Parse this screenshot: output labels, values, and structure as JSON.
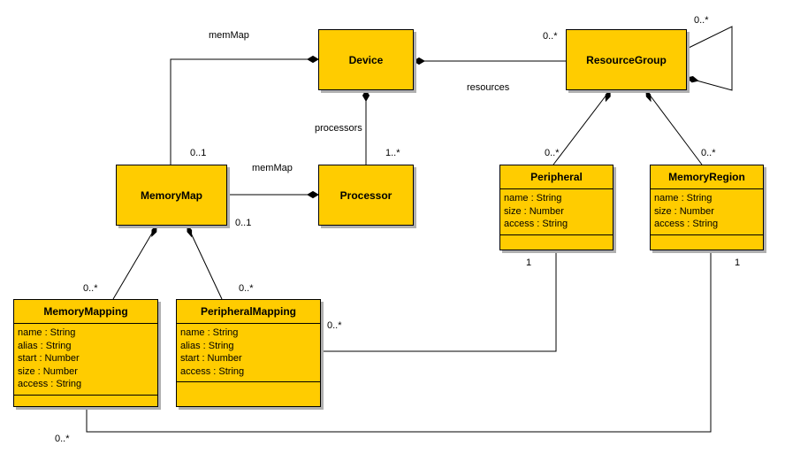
{
  "classes": {
    "device": {
      "name": "Device"
    },
    "resource_group": {
      "name": "ResourceGroup"
    },
    "memory_map": {
      "name": "MemoryMap"
    },
    "processor": {
      "name": "Processor"
    },
    "peripheral": {
      "name": "Peripheral",
      "attributes": [
        "name : String",
        "size : Number",
        "access : String"
      ]
    },
    "memory_region": {
      "name": "MemoryRegion",
      "attributes": [
        "name : String",
        "size : Number",
        "access : String"
      ]
    },
    "memory_mapping": {
      "name": "MemoryMapping",
      "attributes": [
        "name : String",
        "alias : String",
        "start : Number",
        "size : Number",
        "access : String"
      ]
    },
    "peripheral_mapping": {
      "name": "PeripheralMapping",
      "attributes": [
        "name : String",
        "alias : String",
        "start : Number",
        "access : String"
      ]
    }
  },
  "labels": {
    "memmap_device": "memMap",
    "memmap_processor": "memMap",
    "resources": "resources",
    "processors": "processors",
    "mult_resourcegroup_self_top": "0..*",
    "mult_resourcegroup_left": "0..*",
    "mult_memorymap_top": "0..1",
    "mult_processor_top": "1..*",
    "mult_memorymap_right": "0..1",
    "mult_peripheral_top": "0..*",
    "mult_memoryregion_top": "0..*",
    "mult_memorymapping_top": "0..*",
    "mult_peripheralmapping_top": "0..*",
    "mult_peripheral_bottom": "1",
    "mult_memoryregion_bottom": "1",
    "mult_peripheralmapping_right": "0..*",
    "mult_memorymapping_bottom": "0..*"
  },
  "colors": {
    "box_fill": "#ffcc00",
    "line": "#000000",
    "shadow": "#b0b0b0"
  }
}
